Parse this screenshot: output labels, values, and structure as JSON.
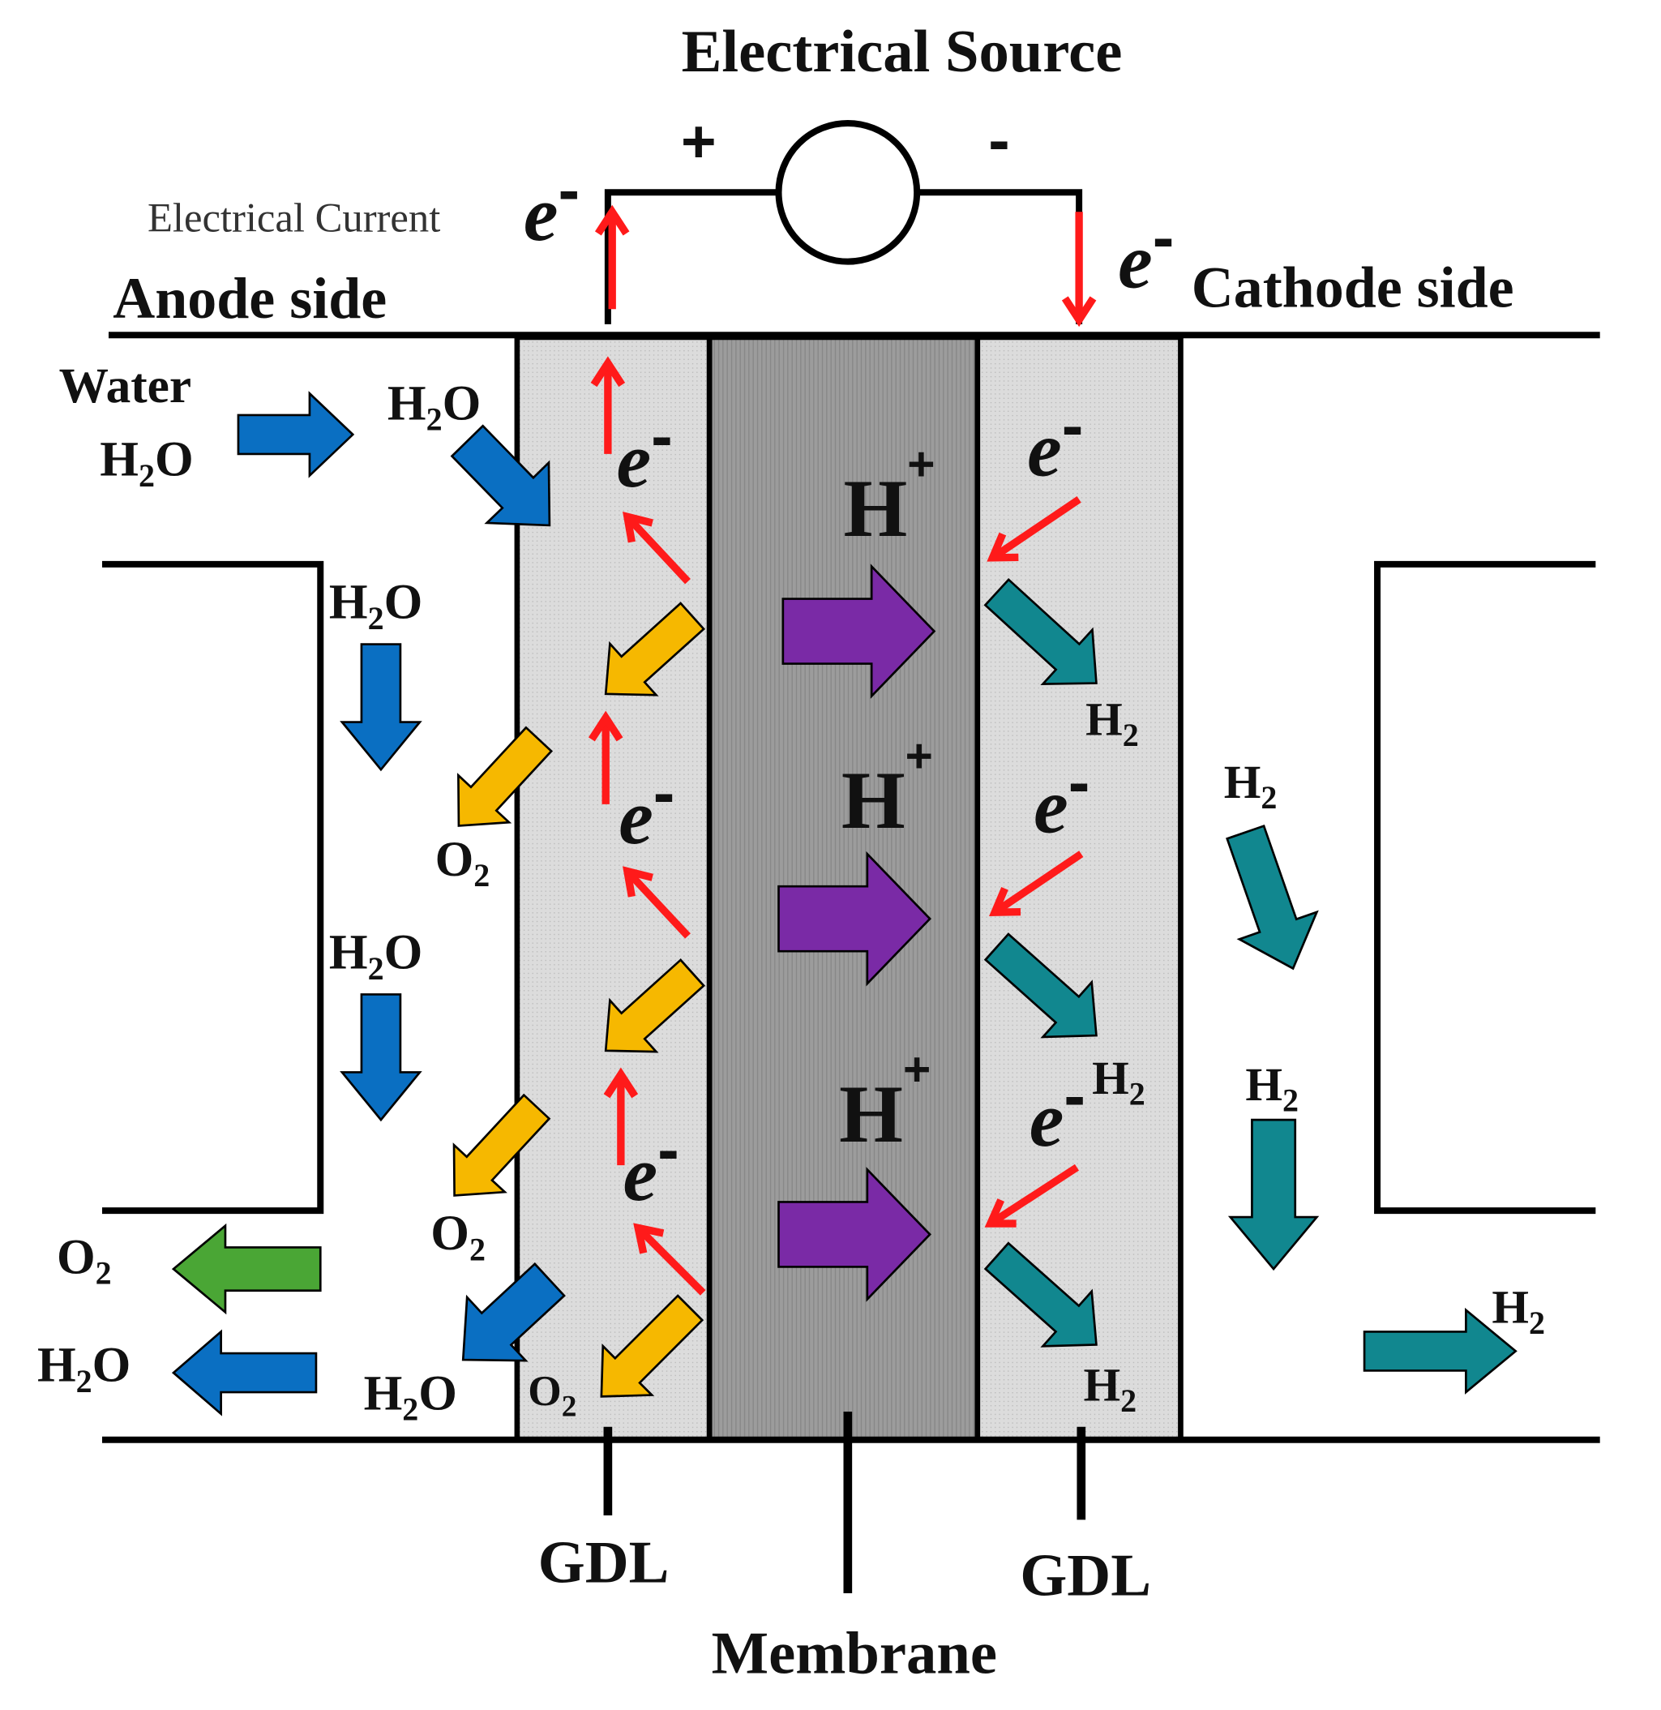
{
  "colors": {
    "background": "#ffffff",
    "line": "#000000",
    "gdl_fill": "#d9d9d9",
    "membrane_fill": "#9a9a9a",
    "electron_arrow": "#ff1a1a",
    "water_arrow": "#0a6fc2",
    "oxygen_arrow": "#f6b800",
    "oxygen_out_arrow": "#4aa635",
    "proton_arrow": "#7a2aa6",
    "hydrogen_arrow": "#11878f"
  },
  "title": "Electrical Source",
  "source": {
    "positive": "+",
    "negative": "-"
  },
  "electrical_current_label": "Electrical Current",
  "electron": {
    "base": "e",
    "charge": "-"
  },
  "anode_label": "Anode side",
  "cathode_label": "Cathode side",
  "water_inlet_label": "Water",
  "proton": {
    "base": "H",
    "charge": "+"
  },
  "species": {
    "water": {
      "main": "H",
      "sub": "2",
      "tail": "O"
    },
    "oxygen": {
      "main": "O",
      "sub": "2"
    },
    "hydrogen": {
      "main": "H",
      "sub": "2"
    }
  },
  "layer_labels": {
    "gdl_left": "GDL",
    "gdl_right": "GDL",
    "membrane": "Membrane"
  }
}
